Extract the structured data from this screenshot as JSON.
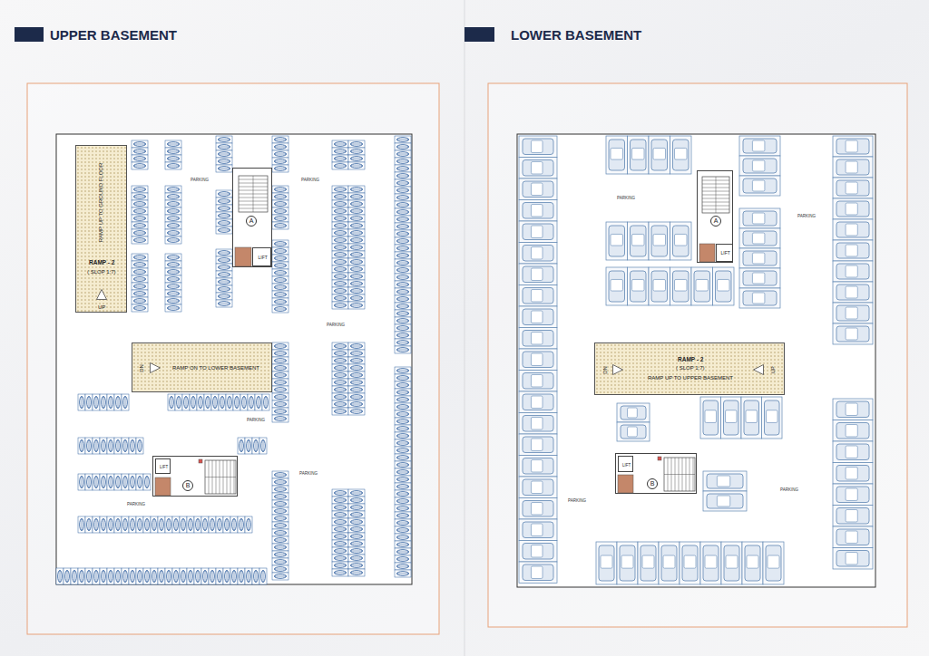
{
  "diagram": {
    "nodes": [
      {
        "text": [
          "RAMP UP TO GROUND FLOOR",
          "RAMP - 2",
          "( SLOP 1:7)",
          "UP"
        ]
      },
      {
        "text": [
          "A"
        ]
      },
      {
        "text": [
          "LIFT"
        ],
        "in": 1
      },
      {
        "text": [
          "DN",
          "RAMP ON TO LOWER BASEMENT"
        ]
      },
      {
        "text": [
          "B"
        ]
      },
      {
        "text": [
          "LIFT"
        ],
        "in": 4
      },
      {
        "text": [
          "A"
        ]
      },
      {
        "text": [
          "LIFT"
        ],
        "in": 6
      },
      {
        "text": [
          "DN",
          "RAMP - 2",
          "( SLOP 1:7)",
          "RAMP UP TO UPPER BASEMENT",
          "UP"
        ]
      },
      {
        "text": [
          "B"
        ]
      },
      {
        "text": [
          "LIFT"
        ],
        "in": 9
      }
    ],
    "labels": [
      "UPPER BASEMENT",
      "LOWER BASEMENT",
      "PARKING",
      "PARKING",
      "PARKING",
      "PARKING",
      "PARKING",
      "PARKING",
      "PARKING",
      "PARKING",
      "PARKING",
      "PARKING"
    ]
  }
}
